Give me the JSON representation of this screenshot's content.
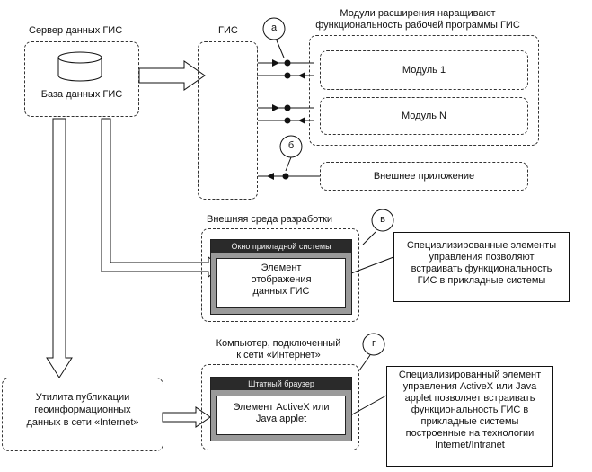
{
  "server": {
    "title": "Сервер данных ГИС",
    "db_label": "База данных ГИС"
  },
  "gis": {
    "label": "ГИС"
  },
  "modules": {
    "header_line1": "Модули расширения наращивают",
    "header_line2": "функциональность рабочей программы ГИС",
    "module1": "Модуль 1",
    "moduleN": "Модуль N",
    "external_app": "Внешнее приложение"
  },
  "badges": {
    "a": "а",
    "b": "б",
    "c": "в",
    "d": "г"
  },
  "dev_env": {
    "title": "Внешняя среда разработки",
    "window_title": "Окно прикладной системы",
    "element_line1": "Элемент",
    "element_line2": "отображения",
    "element_line3": "данных ГИС",
    "callout_line1": "Специализированные элементы",
    "callout_line2": "управления позволяют",
    "callout_line3": "встраивать функциональность",
    "callout_line4": "ГИС в прикладные системы"
  },
  "internet": {
    "title_line1": "Компьютер, подключенный",
    "title_line2": "к сети «Интернет»",
    "browser_title": "Штатный браузер",
    "element_line1": "Элемент ActiveX или",
    "element_line2": "Java applet",
    "callout_line1": "Специализированный элемент",
    "callout_line2": "управления ActiveX или Java",
    "callout_line3": "applet позволяет встраивать",
    "callout_line4": "функциональность ГИС в",
    "callout_line5": "прикладные системы",
    "callout_line6": "построенные на технологии",
    "callout_line7": "Internet/Intranet"
  },
  "publish": {
    "line1": "Утилита публикации",
    "line2": "геоинформационных",
    "line3": "данных в сети «Internet»"
  }
}
